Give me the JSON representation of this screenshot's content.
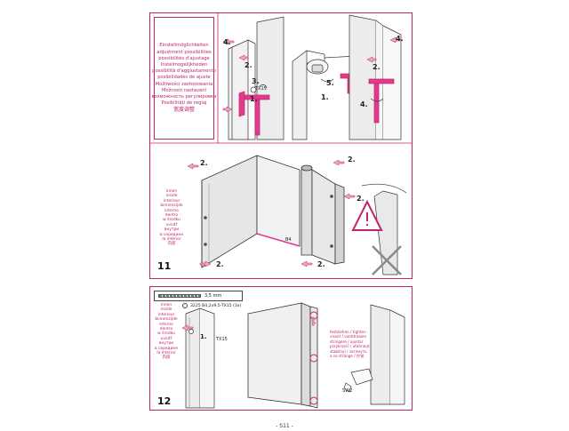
{
  "languages": [
    "Einstellmöglichkeiten",
    "adjustment possibilities",
    "possibilités d'ajustage",
    "Instelmogelijkheden",
    "possibilità d'aggiustamento",
    "posibilidades de ajuste",
    "Možliwości zastosowania",
    "Možnosti nastavení",
    "возможность регулировки",
    "Posibilități de reglaj",
    "宽度调整"
  ],
  "inside_labels": [
    "innen",
    "inside",
    "interieur",
    "binnenzijde",
    "interno",
    "dentro",
    "w środku",
    "uvnitř",
    "внутри",
    "в середине",
    "la interior",
    "内部"
  ],
  "fix_labels": [
    "festziehen / tighten",
    "visser / vastdraaien",
    "stringere / ajustar",
    "przykręcić / utáhnout",
    "stabilnyí / затянуть",
    "a se strânge / 拧紧"
  ],
  "steps": {
    "panel_11": "11",
    "panel_12": "12"
  },
  "callouts": {
    "c2": "2.",
    "c3": "3.",
    "c4": "4.",
    "c1": "1.",
    "c5": "5."
  },
  "tool_tx15": "TX15",
  "tool_tx15_b": "TX15",
  "dim_label": "3,5 mm",
  "screw_label": "3225 B4,2x9,5-TX15 (3x)",
  "sw_label": "SW2",
  "b_label": "B4",
  "footer": "- S11 -",
  "colors": {
    "accent": "#c0246a",
    "line": "#333333",
    "panel_fill": "#ececec",
    "pink": "#e13a8e"
  }
}
